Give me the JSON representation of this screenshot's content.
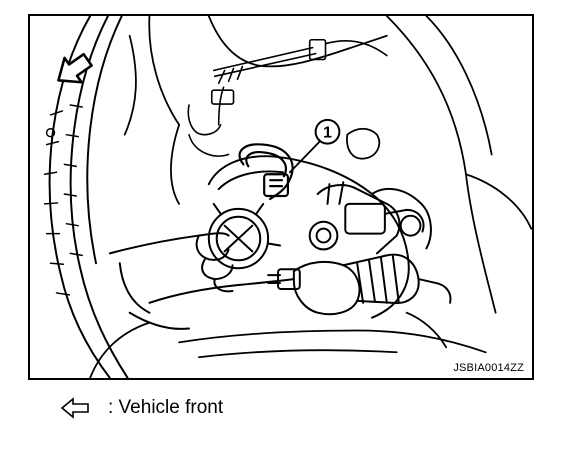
{
  "figure": {
    "code": "JSBIA0014ZZ",
    "callouts": [
      {
        "number": "1"
      }
    ],
    "direction_icon": "vehicle-front-arrow-icon"
  },
  "legend": {
    "icon": "hollow-left-arrow-icon",
    "text": ": Vehicle front"
  }
}
